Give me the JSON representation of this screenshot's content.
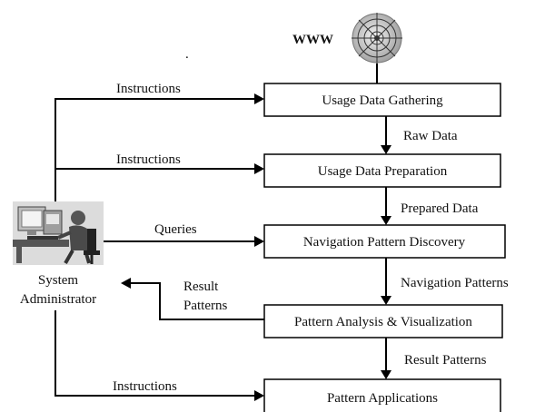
{
  "top": {
    "www_label": "WWW",
    "dot": "."
  },
  "actor": {
    "line1": "System",
    "line2": "Administrator"
  },
  "boxes": [
    "Usage Data Gathering",
    "Usage Data Preparation",
    "Navigation Pattern Discovery",
    "Pattern Analysis & Visualization",
    "Pattern Applications"
  ],
  "flow_labels": [
    "Raw Data",
    "Prepared Data",
    "Navigation Patterns",
    "Result Patterns"
  ],
  "admin_labels": {
    "instructions_1": "Instructions",
    "instructions_2": "Instructions",
    "queries": "Queries",
    "result_line1": "Result",
    "result_line2": "Patterns",
    "instructions_3": "Instructions"
  },
  "icons": {
    "web": "spider-web-icon",
    "admin": "computer-user-icon"
  },
  "colors": {
    "stroke": "#000000",
    "background": "#ffffff"
  }
}
